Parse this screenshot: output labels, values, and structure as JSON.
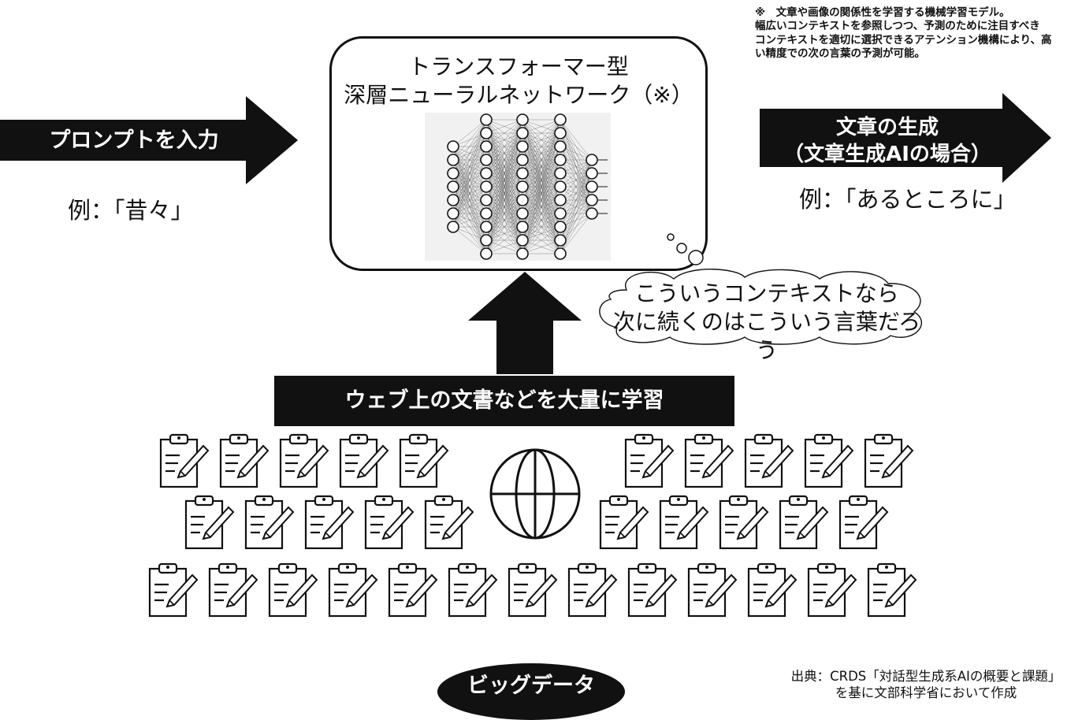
{
  "prompt_arrow": {
    "label": "プロンプトを入力",
    "example": "例：「昔々」"
  },
  "model": {
    "title_line1": "トランスフォーマー型",
    "title_line2": "深層ニューラルネットワーク（※）",
    "note_lines": [
      "※　文章や画像の関係性を学習する機械学習モデル。",
      "幅広いコンテキストを参照しつつ、予測のために注目すべき",
      "コンテキストを適切に選択できるアテンション機構により、高",
      "い精度での次の言葉の予測が可能。"
    ]
  },
  "output_arrow": {
    "label_line1": "文章の生成",
    "label_line2": "（文章生成AIの場合）",
    "example": "例：「あるところに」"
  },
  "thought_cloud": {
    "line1": "こういうコンテキストなら",
    "line2": "次に続くのはこういう言葉だろう"
  },
  "learning_bar": {
    "label": "ウェブ上の文書などを大量に学習"
  },
  "big_data": {
    "label": "ビッグデータ"
  },
  "source": {
    "line1": "出典：CRDS「対話型生成系AIの概要と課題」",
    "line2": "を基に文部科学省において作成"
  },
  "icons": {
    "document": "clipboard-pencil-icon",
    "globe": "globe-icon",
    "network": "neural-network-icon"
  }
}
